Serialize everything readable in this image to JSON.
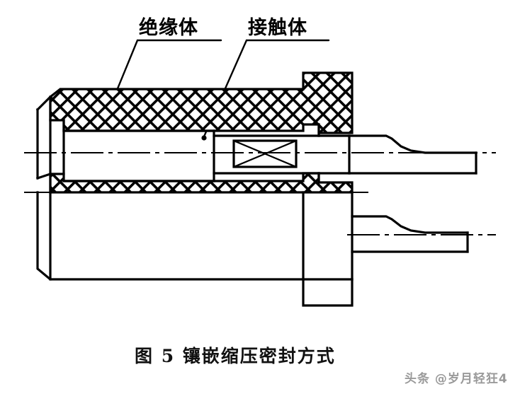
{
  "figure": {
    "caption_number": "图 5",
    "caption_title": "镶嵌缩压密封方式",
    "caption_full": "图 5    镶嵌缩压密封方式"
  },
  "labels": {
    "insulator": "绝缘体",
    "contact": "接触体"
  },
  "watermark": {
    "text": "头条 @岁月轻狂4"
  },
  "colors": {
    "ink": "#000000",
    "background": "#ffffff",
    "watermark": "#9a9a9a"
  },
  "diagram": {
    "type": "engineering-cross-section",
    "description": "镶嵌缩压密封方式 connector sectional drawing",
    "parts": [
      {
        "name": "insulator-shell",
        "label": "绝缘体",
        "style": "cross-hatched"
      },
      {
        "name": "contact-body",
        "label": "接触体",
        "style": "outline"
      },
      {
        "name": "crimp-detail",
        "label": "",
        "style": "x-box"
      },
      {
        "name": "upper-pin",
        "label": "",
        "style": "tapered-shaft"
      },
      {
        "name": "lower-pin",
        "label": "",
        "style": "tapered-shaft"
      },
      {
        "name": "centerline",
        "label": "",
        "style": "dash-dot"
      }
    ]
  }
}
